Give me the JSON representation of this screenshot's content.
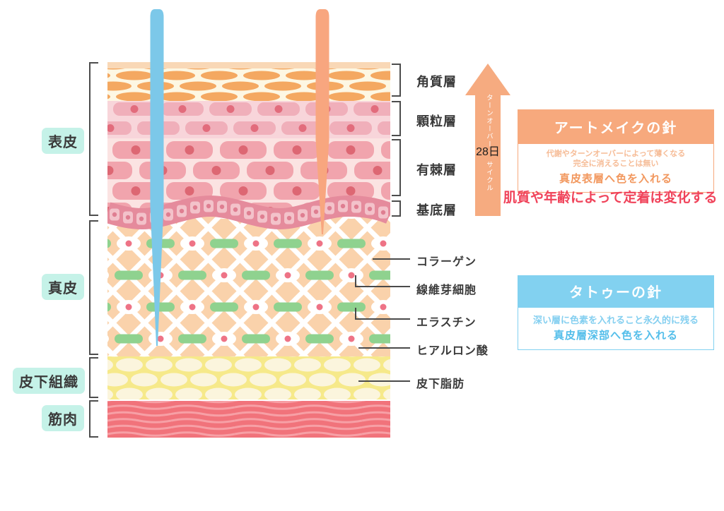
{
  "layers_left": [
    "表皮",
    "真皮",
    "皮下組織",
    "筋肉"
  ],
  "epidermis_sublayers": [
    "角質層",
    "顆粒層",
    "有棘層",
    "基底層"
  ],
  "pointer_labels": [
    "コラーゲン",
    "線維芽細胞",
    "エラスチン",
    "ヒアルロン酸",
    "皮下脂肪"
  ],
  "turnover": {
    "label_top": "ターンオーバー",
    "days": "28日",
    "label_bottom": "サイクル"
  },
  "artmake_box": {
    "title": "アートメイクの針",
    "desc1": "代謝やターンオーバーによって薄くなる",
    "desc2": "完全に消えることは無い",
    "highlight": "真皮表層へ色を入れる"
  },
  "red_note": "肌質や年齢によって定着は変化する",
  "tattoo_box": {
    "title": "タトゥーの針",
    "desc1": "深い層に色素を入れること永久的に残る",
    "highlight": "真皮層深部へ色を入れる"
  },
  "colors": {
    "tag_bg": "#C5F2E8",
    "artmake_accent": "#F7A97D",
    "tattoo_accent": "#82D1F0",
    "red_note": "#F0435A",
    "needle_tattoo_blue": "#7CC8E9",
    "needle_artmake_orange": "#F8A67F",
    "turnover_arrow": "#F6AB80",
    "corneum_oval": "#F4A861",
    "dermis_bg": "#FAD2AB",
    "elastin_green": "#8FD28F",
    "fat_bg": "#F6E98A",
    "muscle_bg": "#F1737B"
  }
}
